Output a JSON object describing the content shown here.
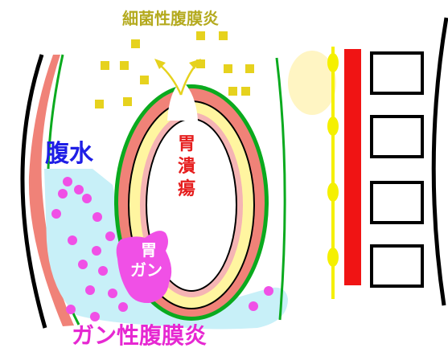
{
  "labels": {
    "bacterial_peritonitis": "細菌性腹膜炎",
    "ascites": "腹水",
    "gastric_ulcer": [
      "胃",
      "潰",
      "瘍"
    ],
    "gastric_cancer": [
      "胃",
      "ガン"
    ],
    "carcinomatous_peritonitis": "ガン性腹膜炎"
  },
  "colors": {
    "bacteria": "#e6d21e",
    "bacterial_label": "#b4aa1e",
    "ascites_fluid": "#c8f0f8",
    "ascites_label": "#1e1ee6",
    "cancer": "#f050e6",
    "cancer_label": "#e628d2",
    "ulcer_label": "#e61e1e",
    "peritoneum_salmon": "#f08278",
    "stomach_green": "#0aaa1e",
    "stomach_yellow": "#fff5a0",
    "stomach_pink": "#f5b4b4",
    "spine_red": "#f01414",
    "spine_yellow": "#f5f000",
    "fat_pale_yellow": "#fff5c3"
  }
}
